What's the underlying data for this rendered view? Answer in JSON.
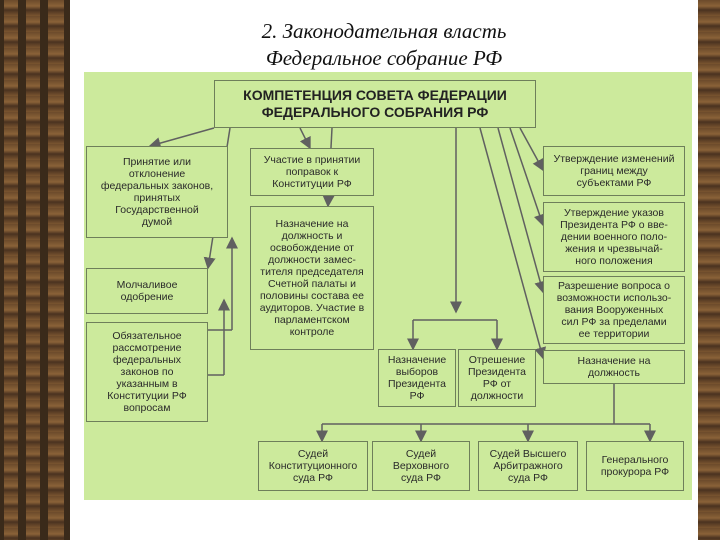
{
  "slide": {
    "title_line1": "2. Законодательная власть",
    "title_line2": "Федеральное собрание РФ"
  },
  "diagram": {
    "header": "КОМПЕТЕНЦИЯ СОВЕТА ФЕДЕРАЦИИ\nФЕДЕРАЛЬНОГО СОБРАНИЯ РФ",
    "left": [
      "Принятие или\nотклонение\nфедеральных законов,\nпринятых\nГосударственной\nдумой",
      "Молчаливое\nодобрение",
      "Обязательное\nрассмотрение\nфедеральных\nзаконов по\nуказанным в\nКонституции РФ\nвопросам"
    ],
    "mid": [
      "Участие в принятии\nпоправок к\nКонституции РФ",
      "Назначение на\nдолжность и\nосвобождение от\nдолжности замес-\nтителя председателя\nСчетной палаты и\nполовины состава ее\nаудиторов. Участие в\nпарламентском\nконтроле"
    ],
    "right": [
      "Утверждение изменений\nграниц между\nсубъектами РФ",
      "Утверждение указов\nПрезидента РФ о вве-\nдении военного поло-\nжения и чрезвычай-\nного положения",
      "Разрешение вопроса о\nвозможности использо-\nвания Вооруженных\nсил РФ за пределами\nее территории",
      "Назначение на\nдолжность"
    ],
    "center": [
      "Назначение\nвыборов\nПрезидента\nРФ",
      "Отрешение\nПрезидента\nРФ от\nдолжности"
    ],
    "bottom": [
      "Судей\nКонституционного\nсуда РФ",
      "Судей\nВерховного\nсуда РФ",
      "Судей Высшего\nАрбитражного\nсуда РФ",
      "Генерального\nпрокурора РФ"
    ]
  },
  "colors": {
    "panel": "#ccea9c",
    "box_border": "#6e7f5a",
    "arrow": "#606060",
    "border_wood": "#6b4a2b"
  }
}
